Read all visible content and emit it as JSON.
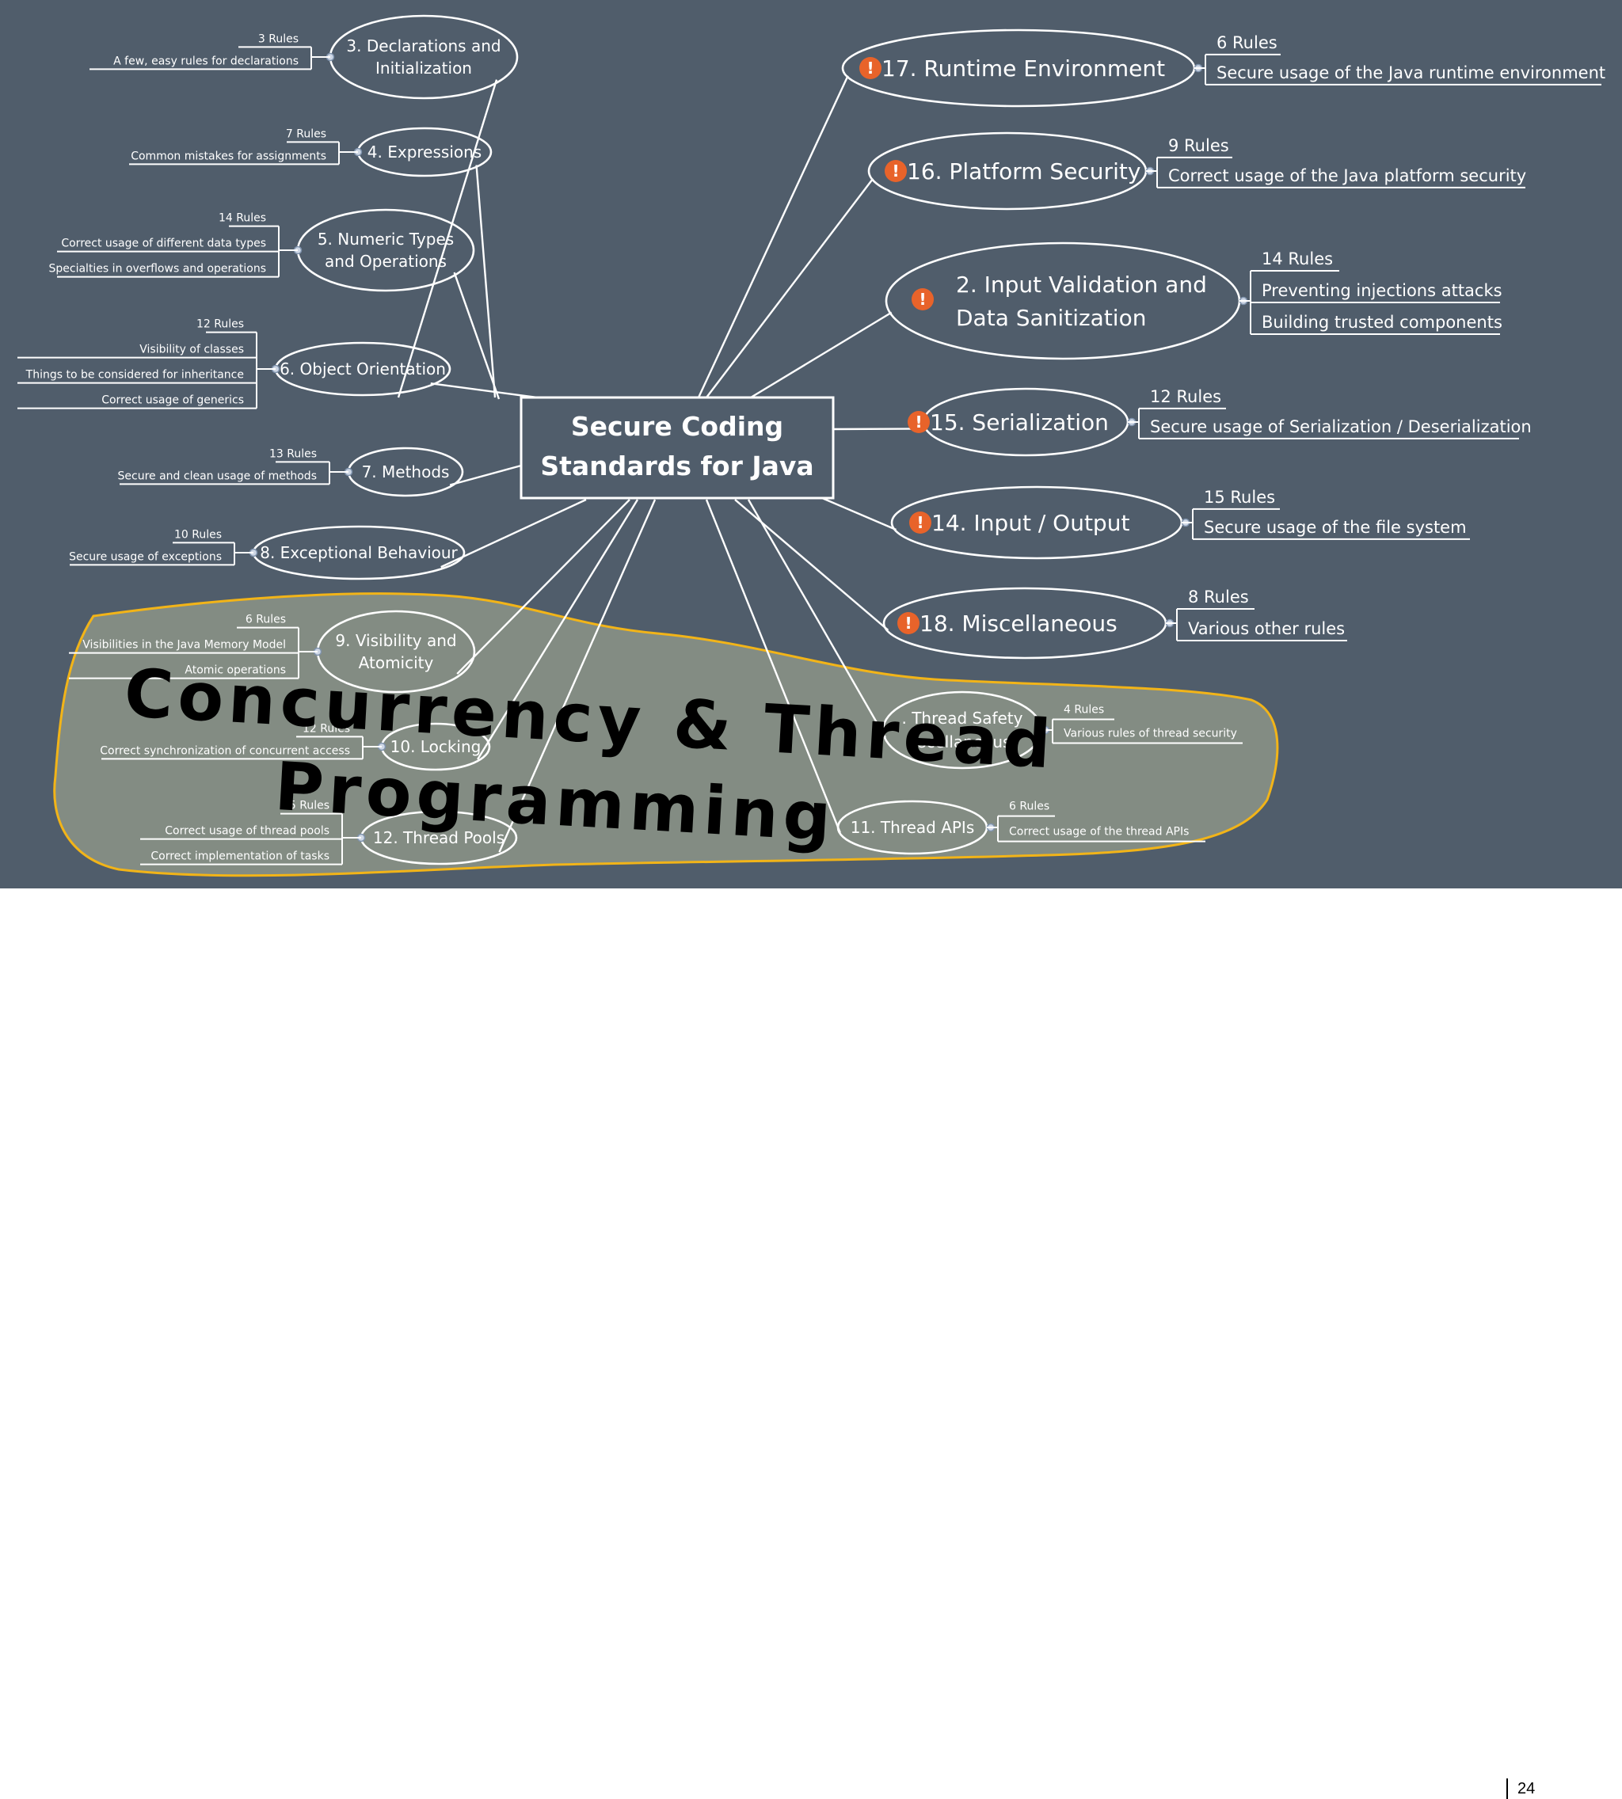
{
  "center": {
    "line1": "Secure Coding",
    "line2": "Standards for Java"
  },
  "left_nodes": [
    {
      "id": "n3",
      "title": [
        "3. Declarations and",
        "Initialization"
      ],
      "rules": "3 Rules",
      "details": [
        "A few, easy rules for declarations"
      ]
    },
    {
      "id": "n4",
      "title": [
        "4. Expressions"
      ],
      "rules": "7 Rules",
      "details": [
        "Common mistakes for assignments"
      ]
    },
    {
      "id": "n5",
      "title": [
        "5. Numeric Types",
        "and Operations"
      ],
      "rules": "14 Rules",
      "details": [
        "Correct usage of different data types",
        "Specialties in overflows and operations"
      ]
    },
    {
      "id": "n6",
      "title": [
        "6. Object Orientation"
      ],
      "rules": "12 Rules",
      "details": [
        "Visibility of classes",
        "Things to be considered for inheritance",
        "Correct usage of generics"
      ]
    },
    {
      "id": "n7",
      "title": [
        "7. Methods"
      ],
      "rules": "13 Rules",
      "details": [
        "Secure and clean usage of methods"
      ]
    },
    {
      "id": "n8",
      "title": [
        "8. Exceptional Behaviour"
      ],
      "rules": "10 Rules",
      "details": [
        "Secure usage of exceptions"
      ]
    },
    {
      "id": "n9",
      "title": [
        "9. Visibility and",
        "Atomicity"
      ],
      "rules": "6 Rules",
      "details": [
        "Visibilities in the Java Memory Model",
        "Atomic operations"
      ]
    },
    {
      "id": "n10",
      "title": [
        "10. Locking"
      ],
      "rules": "12 Rules",
      "details": [
        "Correct synchronization of concurrent access"
      ]
    },
    {
      "id": "n12",
      "title": [
        "12. Thread Pools"
      ],
      "rules": "5 Rules",
      "details": [
        "Correct usage of thread pools",
        "Correct implementation of tasks"
      ]
    }
  ],
  "right_nodes": [
    {
      "id": "n17",
      "title": [
        "17. Runtime Environment"
      ],
      "rules": "6 Rules",
      "details": [
        "Secure usage of the Java runtime environment"
      ],
      "flag": true
    },
    {
      "id": "n16",
      "title": [
        "16. Platform Security"
      ],
      "rules": "9 Rules",
      "details": [
        "Correct usage of the Java platform security"
      ],
      "flag": true
    },
    {
      "id": "n2",
      "title": [
        "2. Input Validation and",
        "Data Sanitization"
      ],
      "rules": "14 Rules",
      "details": [
        "Preventing injections attacks",
        "Building trusted components"
      ],
      "flag": true
    },
    {
      "id": "n15",
      "title": [
        "15. Serialization"
      ],
      "rules": "12 Rules",
      "details": [
        "Secure usage of Serialization / Deserialization"
      ],
      "flag": true
    },
    {
      "id": "n14",
      "title": [
        "14. Input / Output"
      ],
      "rules": "15 Rules",
      "details": [
        "Secure usage of the file system"
      ],
      "flag": true
    },
    {
      "id": "n18",
      "title": [
        "18. Miscellaneous"
      ],
      "rules": "8 Rules",
      "details": [
        "Various other rules"
      ],
      "flag": true
    },
    {
      "id": "n13",
      "title": [
        ". Thread Safety",
        "iscellaneous"
      ],
      "rules": "4 Rules",
      "details": [
        "Various rules of thread security"
      ],
      "flag": false
    },
    {
      "id": "n11",
      "title": [
        "11. Thread APIs"
      ],
      "rules": "6 Rules",
      "details": [
        "Correct usage of the thread APIs"
      ],
      "flag": false
    }
  ],
  "flag_glyph": "!",
  "overlay": {
    "line1": "Concurrency & Thread",
    "line2": "Programming"
  },
  "page_number": "24",
  "colors": {
    "background": "#505d6b",
    "line": "#ffffff",
    "flag": "#e8632a",
    "highlight_fill": "#8a9386",
    "highlight_stroke": "#f2b418",
    "overlay_text": "#000000"
  }
}
